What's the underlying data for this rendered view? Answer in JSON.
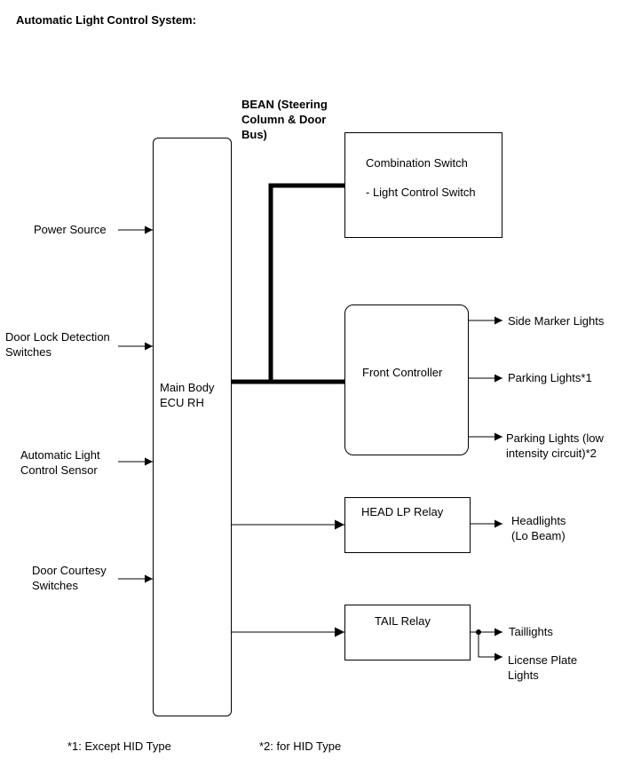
{
  "title": "Automatic Light Control System:",
  "bus_label": [
    "BEAN (Steering",
    "Column & Door",
    "Bus)"
  ],
  "inputs": {
    "power_source": [
      "Power Source"
    ],
    "door_lock": [
      "Door Lock Detection",
      "Switches"
    ],
    "auto_light_sensor": [
      "Automatic Light",
      "Control Sensor"
    ],
    "door_courtesy": [
      "Door Courtesy",
      "Switches"
    ]
  },
  "main_ecu": [
    "Main Body",
    "ECU RH"
  ],
  "combination_switch": {
    "title": "Combination Switch",
    "sub": "- Light Control Switch"
  },
  "front_controller": "Front Controller",
  "front_outputs": {
    "side_marker": [
      "Side Marker Lights"
    ],
    "parking": [
      "Parking Lights*1"
    ],
    "parking_low": [
      "Parking Lights (low",
      "intensity circuit)*2"
    ]
  },
  "head_relay": "HEAD LP Relay",
  "headlights": [
    "Headlights",
    "(Lo Beam)"
  ],
  "tail_relay": "TAIL Relay",
  "tail_outputs": {
    "taillights": [
      "Taillights"
    ],
    "license": [
      "License Plate",
      "Lights"
    ]
  },
  "footnotes": {
    "note1": "*1: Except HID Type",
    "note2": "*2: for HID Type"
  }
}
